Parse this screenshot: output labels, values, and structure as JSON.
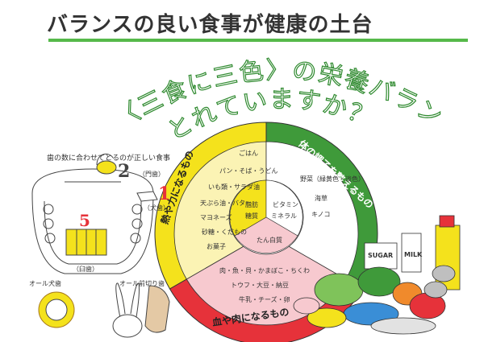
{
  "title": "バランスの良い食事が健康の土台",
  "subtitle_line1": "〈三食に三色〉の栄養バランス",
  "subtitle_line2": "とれていますか？",
  "colors": {
    "yellow": "#f4e21c",
    "green": "#3f9a3a",
    "red": "#e6323a",
    "pink": "#f7c9cf",
    "cream": "#fbf3b4",
    "rule": "#56b94a"
  },
  "teeth": {
    "caption": "歯の数に合わせてとるのが正しい食事",
    "front_count": "2",
    "front_label": "（門歯）",
    "canine_count": "1",
    "canine_label": "（犬歯）",
    "molar_count": "5",
    "molar_label": "（臼歯）",
    "lion_caption": "オール犬歯",
    "rabbit_caption": "オール前切り歯"
  },
  "wheel": {
    "yellow_band": "熱や力になるもの",
    "green_band": "体の調子を整えるもの",
    "red_band": "血や肉になるもの",
    "yellow_foods": [
      "ごはん",
      "パン・そば・うどん",
      "いも類・サラダ油",
      "天ぷら油・バター",
      "マヨネーズ",
      "砂糖・くだもの",
      "お菓子"
    ],
    "green_foods": [
      "野菜（緑黄色・淡色）",
      "海草",
      "キノコ"
    ],
    "red_foods": [
      "肉・魚・貝・かまぼこ・ちくわ",
      "トウフ・大豆・納豆",
      "牛乳・チーズ・卵"
    ],
    "center_yellow": [
      "脂肪",
      "糖質"
    ],
    "center_green": [
      "ビタミン",
      "ミネラル"
    ],
    "center_red": "たん白質"
  },
  "foods_labels": {
    "sugar": "SUGAR",
    "milk": "MILK"
  }
}
